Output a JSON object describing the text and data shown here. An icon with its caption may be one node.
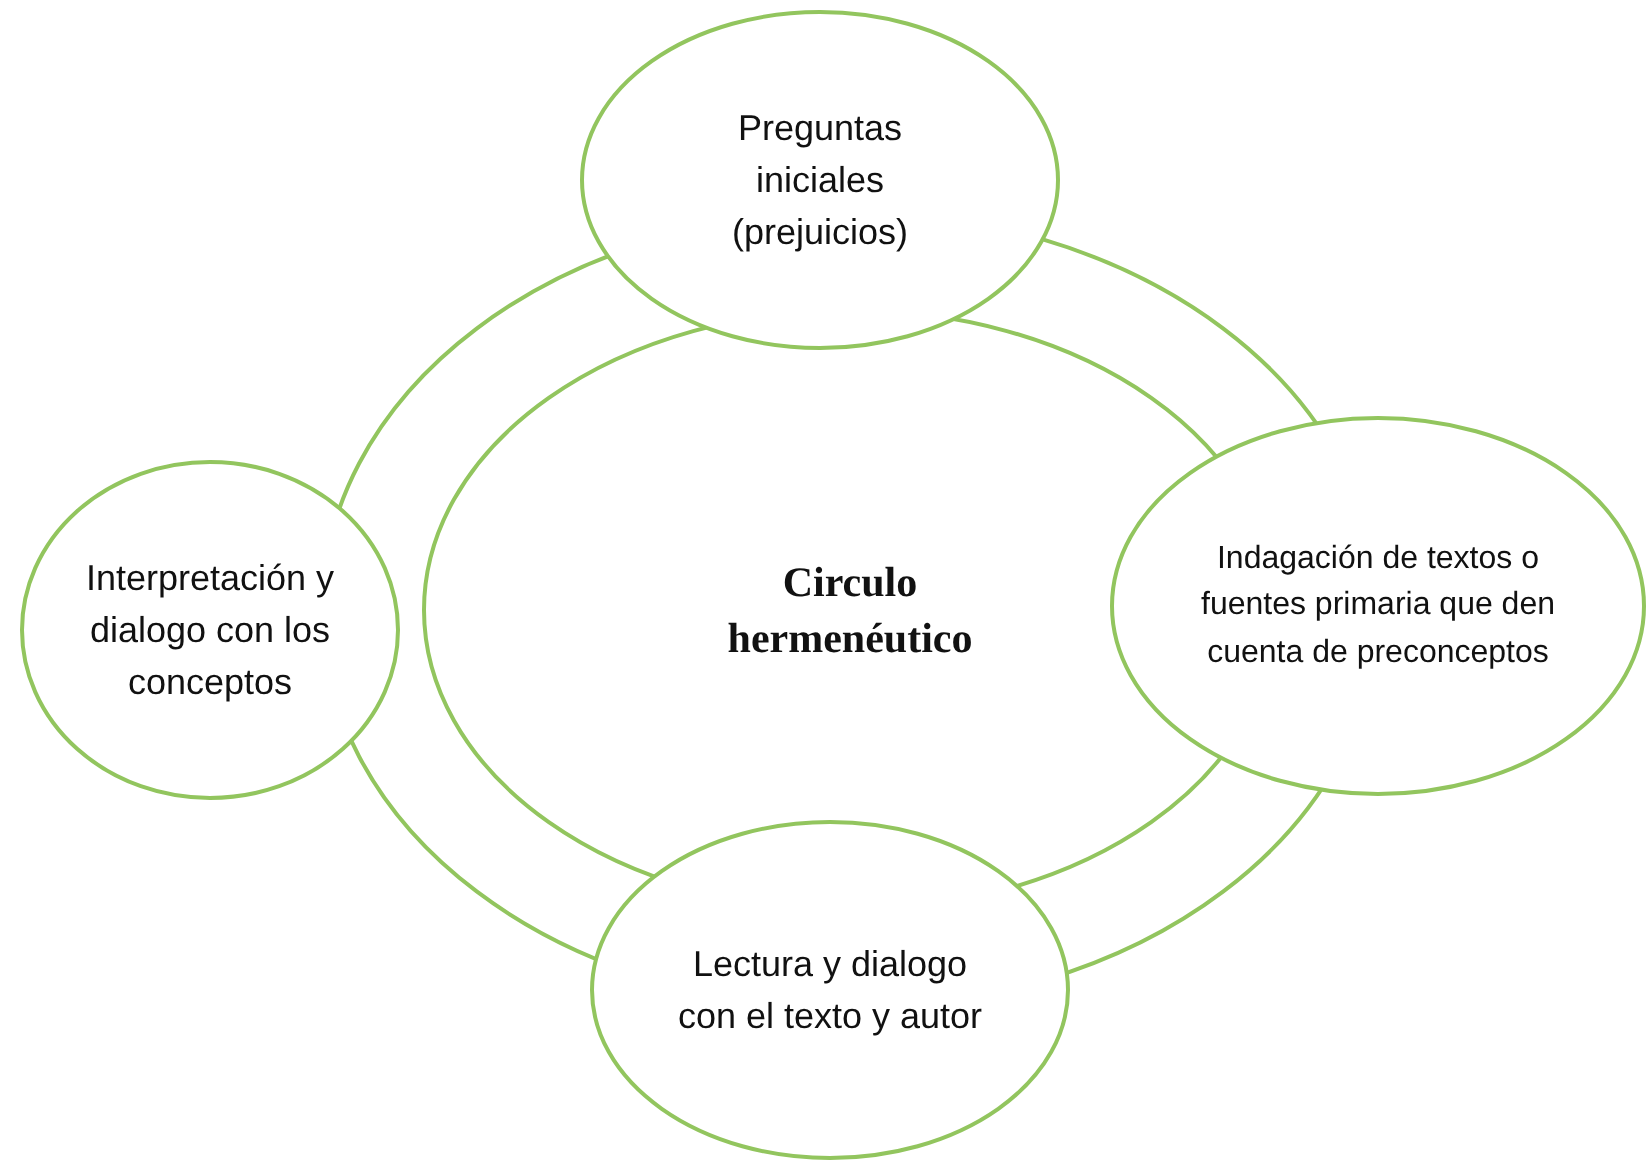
{
  "diagram": {
    "nodes": [
      {
        "text": [
          "Circulo hermenéutico"
        ]
      },
      {
        "text": [
          "Preguntas iniciales (prejuicios)"
        ]
      },
      {
        "text": [
          "Indagación de textos o fuentes primaria que den cuenta de preconceptos"
        ]
      },
      {
        "text": [
          "Interpretación y dialogo con los conceptos"
        ]
      },
      {
        "text": [
          "Lectura y dialogo con el texto y autor"
        ]
      }
    ]
  }
}
